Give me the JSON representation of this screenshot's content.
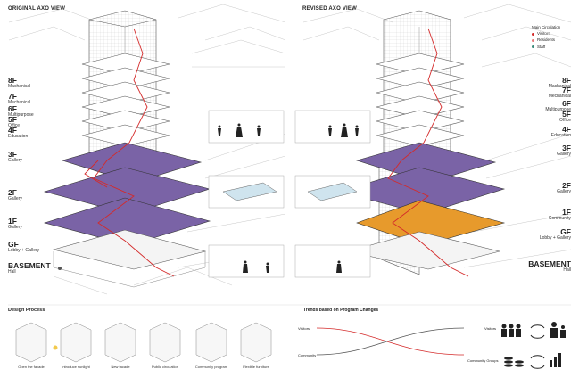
{
  "original": {
    "title": "ORIGINAL AXO VIEW",
    "floors": [
      {
        "num": "8F",
        "prog": "Machanical"
      },
      {
        "num": "7F",
        "prog": "Mechanical"
      },
      {
        "num": "6F",
        "prog": "Multipurpose"
      },
      {
        "num": "5F",
        "prog": "Office"
      },
      {
        "num": "4F",
        "prog": "Education"
      },
      {
        "num": "3F",
        "prog": "Gallery"
      },
      {
        "num": "2F",
        "prog": "Gallery"
      },
      {
        "num": "1F",
        "prog": "Gallery"
      },
      {
        "num": "GF",
        "prog": "Lobby + Gallery"
      },
      {
        "num": "BASEMENT",
        "prog": "Hall"
      }
    ]
  },
  "revised": {
    "title": "REVISED AXO VIEW",
    "floors": [
      {
        "num": "8F",
        "prog": "Machanical"
      },
      {
        "num": "7F",
        "prog": "Mechanical"
      },
      {
        "num": "6F",
        "prog": "Multipurpose"
      },
      {
        "num": "5F",
        "prog": "Office"
      },
      {
        "num": "4F",
        "prog": "Education"
      },
      {
        "num": "3F",
        "prog": "Gallery"
      },
      {
        "num": "2F",
        "prog": "Gallery"
      },
      {
        "num": "1F",
        "prog": "Community"
      },
      {
        "num": "GF",
        "prog": "Lobby + Gallery"
      },
      {
        "num": "BASEMENT",
        "prog": "Hall"
      }
    ]
  },
  "legend": {
    "title": "Main Circulation",
    "items": [
      {
        "label": "Visitors",
        "color": "#d42a2a"
      },
      {
        "label": "Residents",
        "color": "#e87a7a"
      },
      {
        "label": "Staff",
        "color": "#3a8a7a"
      }
    ]
  },
  "design_process": {
    "title": "Design Process",
    "steps": [
      "Open the facade",
      "Introduce sunlight",
      "New facade",
      "Public circulation",
      "Community program",
      "Flexible furniture"
    ]
  },
  "trends": {
    "title": "Trends based on Program Changes",
    "labels": [
      "Visitors",
      "Community",
      "Visitors",
      "Community Groups"
    ]
  },
  "colors": {
    "floor_purple": "#7a63a6",
    "floor_orange": "#e79a2c",
    "circulation": "#d42a2a"
  }
}
